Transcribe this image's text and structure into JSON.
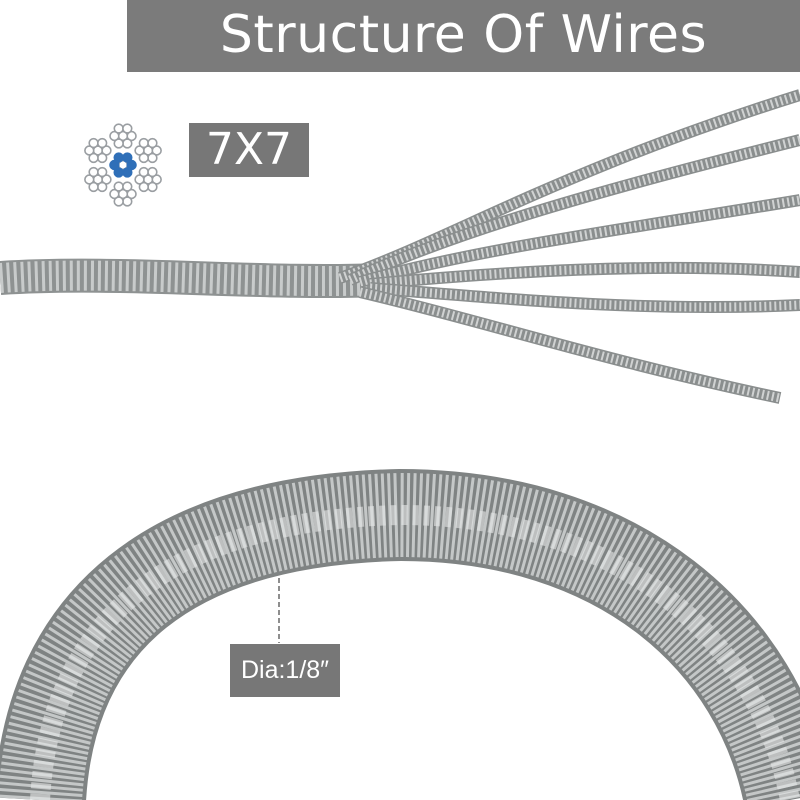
{
  "title": "Structure Of  Wires",
  "construction": "7X7",
  "diameter_label": "Dia:1/8″",
  "colors": {
    "banner": "#7b7b7b",
    "label_box": "#777777",
    "core_wire": "#2f6fb8",
    "wire": "#a5a8a8"
  },
  "icons": [
    "wire-cross-section-icon"
  ]
}
